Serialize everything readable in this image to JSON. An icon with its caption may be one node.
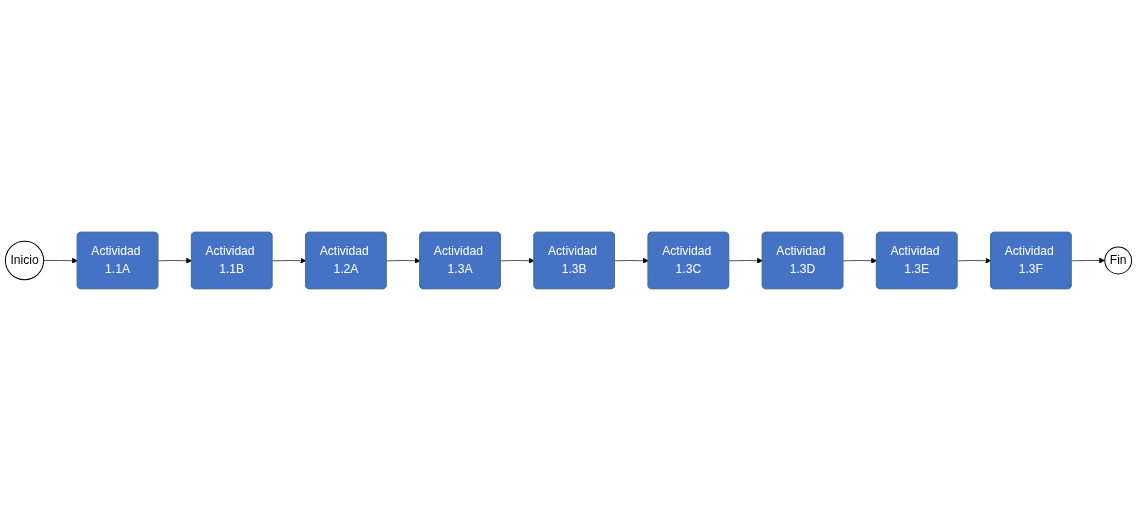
{
  "diagram": {
    "nodes": [
      {
        "text": [
          "Inicio"
        ]
      },
      {
        "text": [
          "Actividad 1.1A"
        ]
      },
      {
        "text": [
          "Actividad 1.1B"
        ]
      },
      {
        "text": [
          "Actividad 1.2A"
        ]
      },
      {
        "text": [
          "Actividad 1.3A"
        ]
      },
      {
        "text": [
          "Actividad 1.3B"
        ]
      },
      {
        "text": [
          "Actividad 1.3C"
        ]
      },
      {
        "text": [
          "Actividad 1.3D"
        ]
      },
      {
        "text": [
          "Actividad 1.3E"
        ]
      },
      {
        "text": [
          "Actividad 1.3F"
        ]
      },
      {
        "text": [
          "Fin"
        ]
      }
    ],
    "edges": [
      {
        "from": 0,
        "to": 1,
        "arrow": "to"
      },
      {
        "from": 1,
        "to": 2,
        "arrow": "to"
      },
      {
        "from": 2,
        "to": 3,
        "arrow": "to"
      },
      {
        "from": 3,
        "to": 4,
        "arrow": "to"
      },
      {
        "from": 4,
        "to": 5,
        "arrow": "to"
      },
      {
        "from": 5,
        "to": 6,
        "arrow": "to"
      },
      {
        "from": 6,
        "to": 7,
        "arrow": "to"
      },
      {
        "from": 7,
        "to": 8,
        "arrow": "to"
      },
      {
        "from": 8,
        "to": 9,
        "arrow": "to"
      },
      {
        "from": 9,
        "to": 10,
        "arrow": "to"
      }
    ]
  }
}
